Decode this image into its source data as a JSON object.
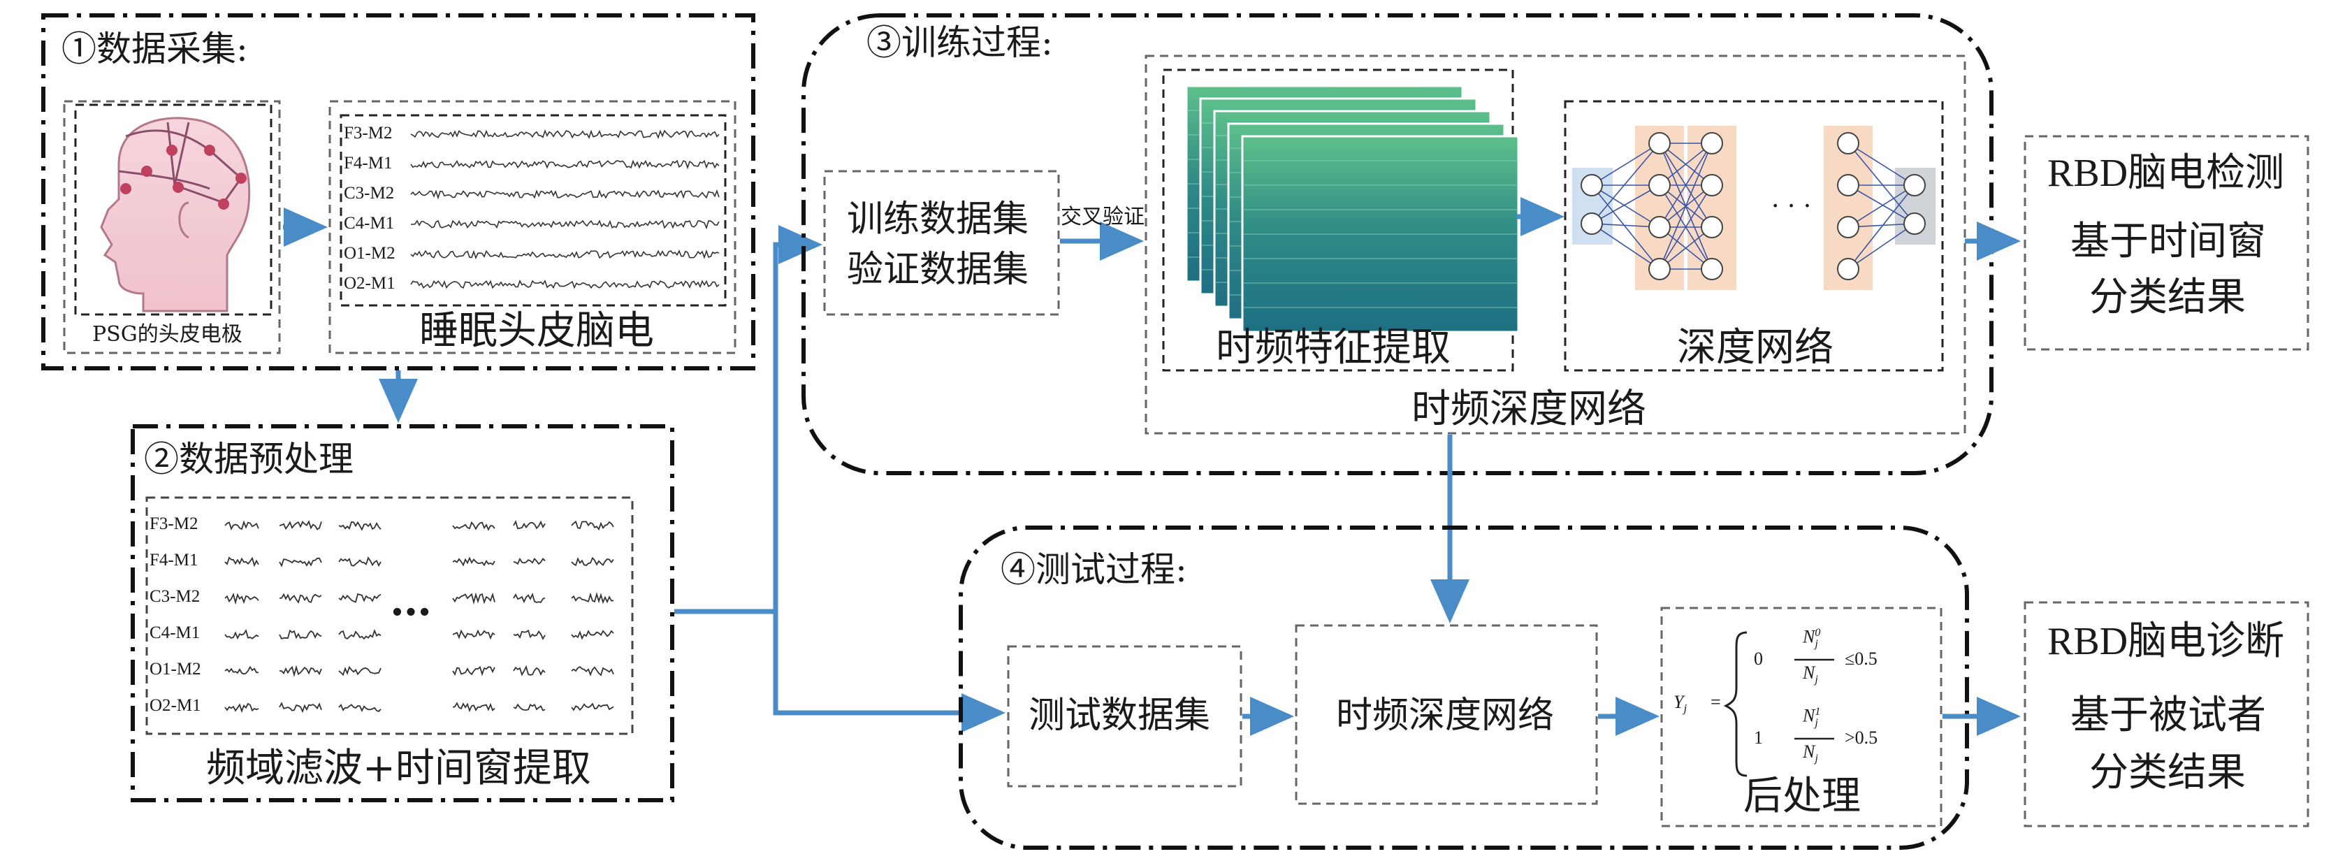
{
  "sections": {
    "s1": {
      "title": "①数据采集:",
      "head_caption": "PSG的头皮电极",
      "eeg_caption": "睡眠头皮脑电",
      "channels": [
        "F3-M2",
        "F4-M1",
        "C3-M2",
        "C4-M1",
        "O1-M2",
        "O2-M1"
      ]
    },
    "s2": {
      "title": "②数据预处理",
      "caption": "频域滤波+时间窗提取",
      "ellipsis": "…",
      "channels": [
        "F3-M2",
        "F4-M1",
        "C3-M2",
        "C4-M1",
        "O1-M2",
        "O2-M1"
      ]
    },
    "s3": {
      "title": "③训练过程:",
      "dataset_line1": "训练数据集",
      "dataset_line2": "验证数据集",
      "cross_val": "交叉验证",
      "feature_caption": "时频特征提取",
      "dnn_caption": "深度网络",
      "dnn_ellipsis": "· · ·",
      "network_caption": "时频深度网络"
    },
    "s4": {
      "title": "④测试过程:",
      "test_dataset": "测试数据集",
      "network": "时频深度网络",
      "post_caption": "后处理"
    }
  },
  "formula": {
    "lhs": "Y",
    "lhs_sub": "j",
    "eq": "=",
    "case0_value": "0",
    "case0_num": "N",
    "case0_num_sup": "0",
    "case0_num_sub": "j",
    "case0_den": "N",
    "case0_den_sub": "j",
    "case0_cond": "≤0.5",
    "case1_value": "1",
    "case1_num": "N",
    "case1_num_sup": "1",
    "case1_num_sub": "j",
    "case1_den": "N",
    "case1_den_sub": "j",
    "case1_cond": ">0.5"
  },
  "outputs": {
    "detection": {
      "title": "RBD脑电检测",
      "line1": "基于时间窗",
      "line2": "分类结果"
    },
    "diagnosis": {
      "title": "RBD脑电诊断",
      "line1": "基于被试者",
      "line2": "分类结果"
    }
  },
  "colors": {
    "arrow": "#4a8cc7",
    "border": "#111111",
    "dashed": "#666666",
    "spectrogram": "#2e8a86",
    "node_bg": "#f7d9c4",
    "input_bg": "#cfe0f0"
  }
}
